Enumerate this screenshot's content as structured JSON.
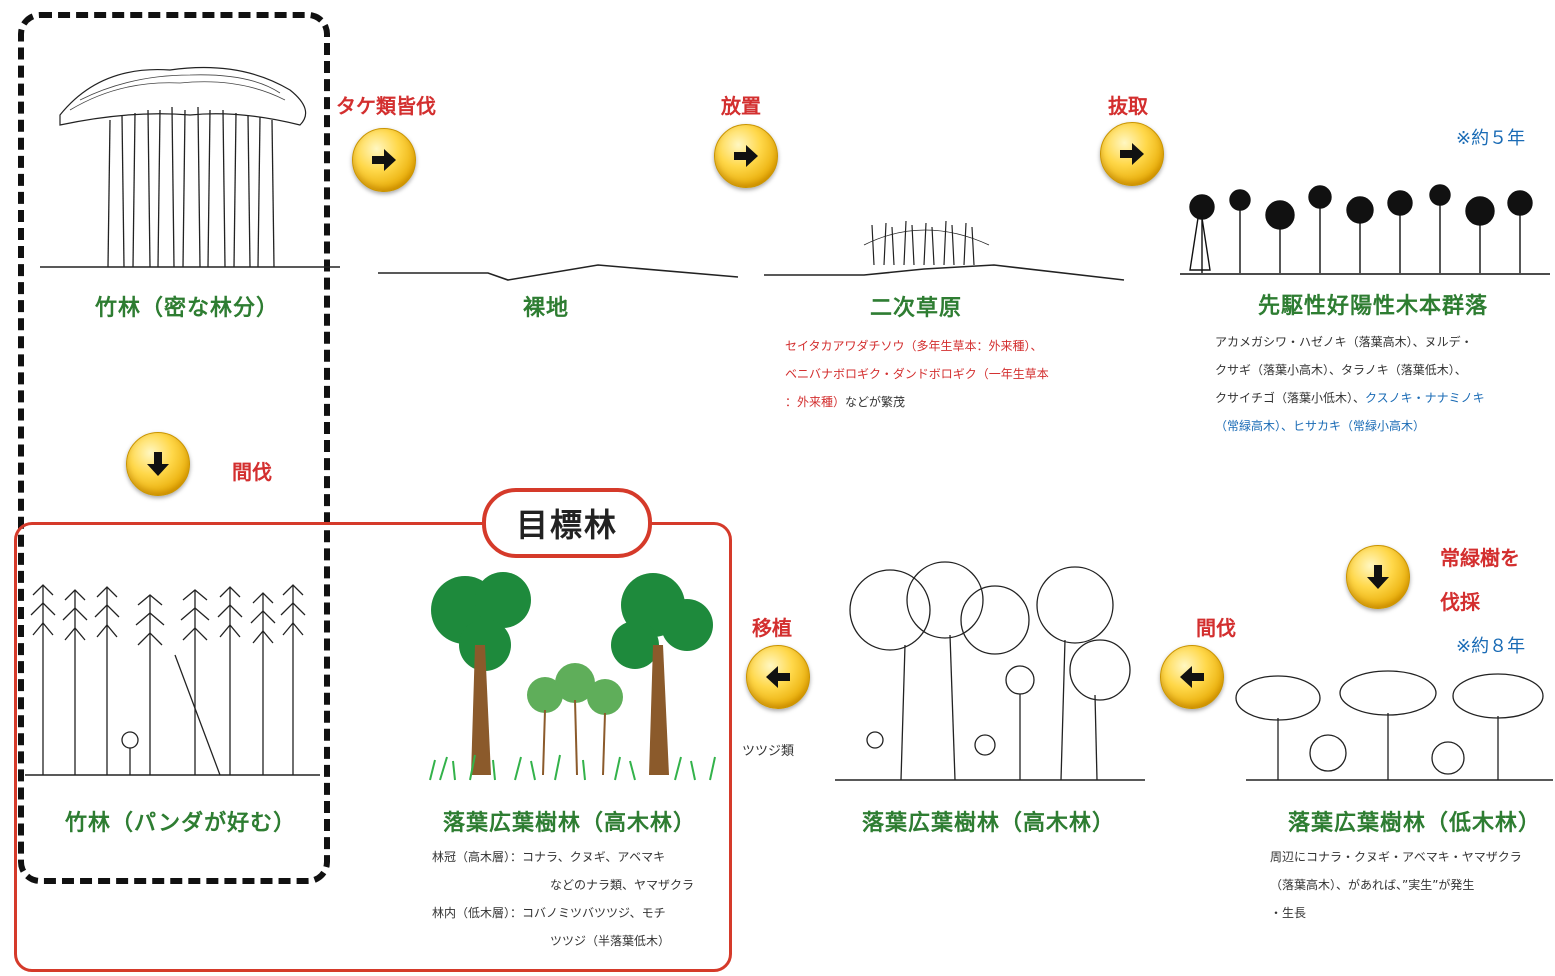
{
  "stages": {
    "dense_bamboo": "竹林（密な林分）",
    "bare_land": "裸地",
    "secondary_grassland": "二次草原",
    "pioneer_community": "先駆性好陽性木本群落",
    "panda_bamboo": "竹林（パンダが好む）",
    "target_forest": "落葉広葉樹林（高木林）",
    "deciduous_tall": "落葉広葉樹林（高木林）",
    "deciduous_low": "落葉広葉樹林（低木林）"
  },
  "actions": {
    "clear_bamboo": "タケ類皆伐",
    "leave": "放置",
    "remove": "抜取",
    "thin_left": "間伐",
    "transplant": "移植",
    "thin_right": "間伐",
    "cut_evergreen_1": "常緑樹を",
    "cut_evergreen_2": "伐採"
  },
  "notes": {
    "approx_5_years": "※約５年",
    "approx_8_years": "※約８年",
    "azalea": "ツツジ類"
  },
  "target_label": "目標林",
  "descriptions": {
    "grassland": {
      "line1": "セイタカアワダチソウ（多年生草本：外来種）、",
      "line2": "ベニバナボロギク・ダンドボロギク（一年生草本",
      "line3a": "：外来種）",
      "line3b": "などが繁茂"
    },
    "pioneer": {
      "line1": "アカメガシワ・ハゼノキ（落葉高木）、ヌルデ・",
      "line2": "クサギ（落葉小高木）、タラノキ（落葉低木）、",
      "line3a": "クサイチゴ（落葉小低木）、",
      "line3b": "クスノキ・ナナミノキ",
      "line4": "（常緑高木）、ヒサカキ（常緑小高木）"
    },
    "target": {
      "line1": "林冠（高木層）：コナラ、クヌギ、アベマキ",
      "line2": "などのナラ類、ヤマザクラ",
      "line3": "林内（低木層）：コバノミツバツツジ、モチ",
      "line4": "ツツジ（半落葉低木）"
    },
    "lowforest": {
      "line1": "周辺にコナラ・クヌギ・アベマキ・ヤマザクラ",
      "line2": "（落葉高木）、があれば、”実生”が発生",
      "line3": "・生長"
    }
  },
  "colors": {
    "stage_title": "#2e7d32",
    "action": "#d32f2f",
    "note": "#1a6bb5",
    "target_border": "#d53a2a",
    "tree_green": "#1e8a3c",
    "trunk_brown": "#8b5a2b"
  },
  "icons": [
    "arrow-right-icon",
    "arrow-down-icon",
    "arrow-left-icon"
  ]
}
